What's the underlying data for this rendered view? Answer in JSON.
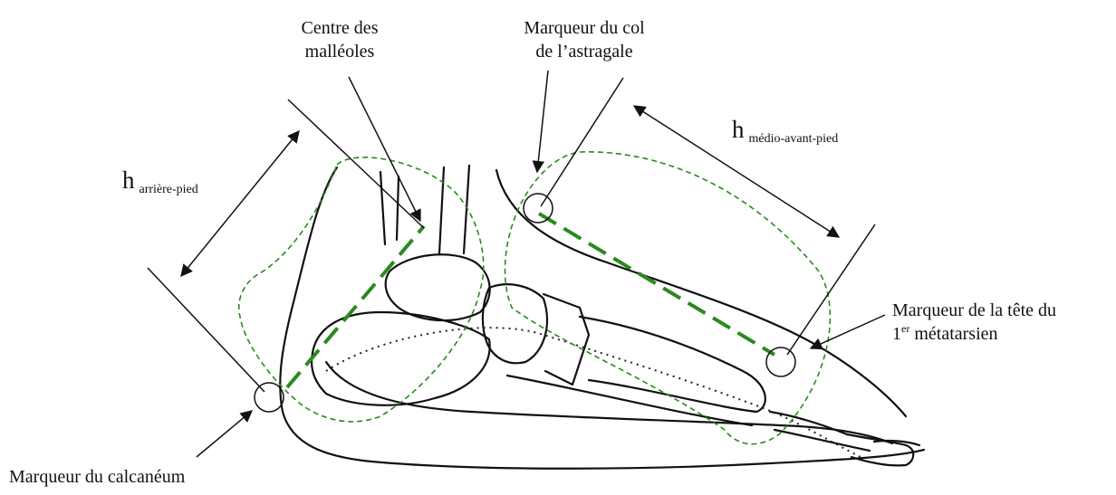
{
  "labels": {
    "centre_malleoles": [
      "Centre des",
      "malléoles"
    ],
    "col_astragale": [
      "Marqueur du col",
      "de l’astragale"
    ],
    "h_arriere_main": "h",
    "h_arriere_sub": "arrière-pied",
    "h_medio_main": "h",
    "h_medio_sub": "médio-avant-pied",
    "tete_metatarsien_line1": "Marqueur de la tête du",
    "tete_metatarsien_num": "1",
    "tete_metatarsien_sup": "er",
    "tete_metatarsien_rest": " métatarsien",
    "calcaneum": "Marqueur du calcanéum"
  },
  "colors": {
    "ink": "#111111",
    "segment_green": "#2a8a1e"
  }
}
